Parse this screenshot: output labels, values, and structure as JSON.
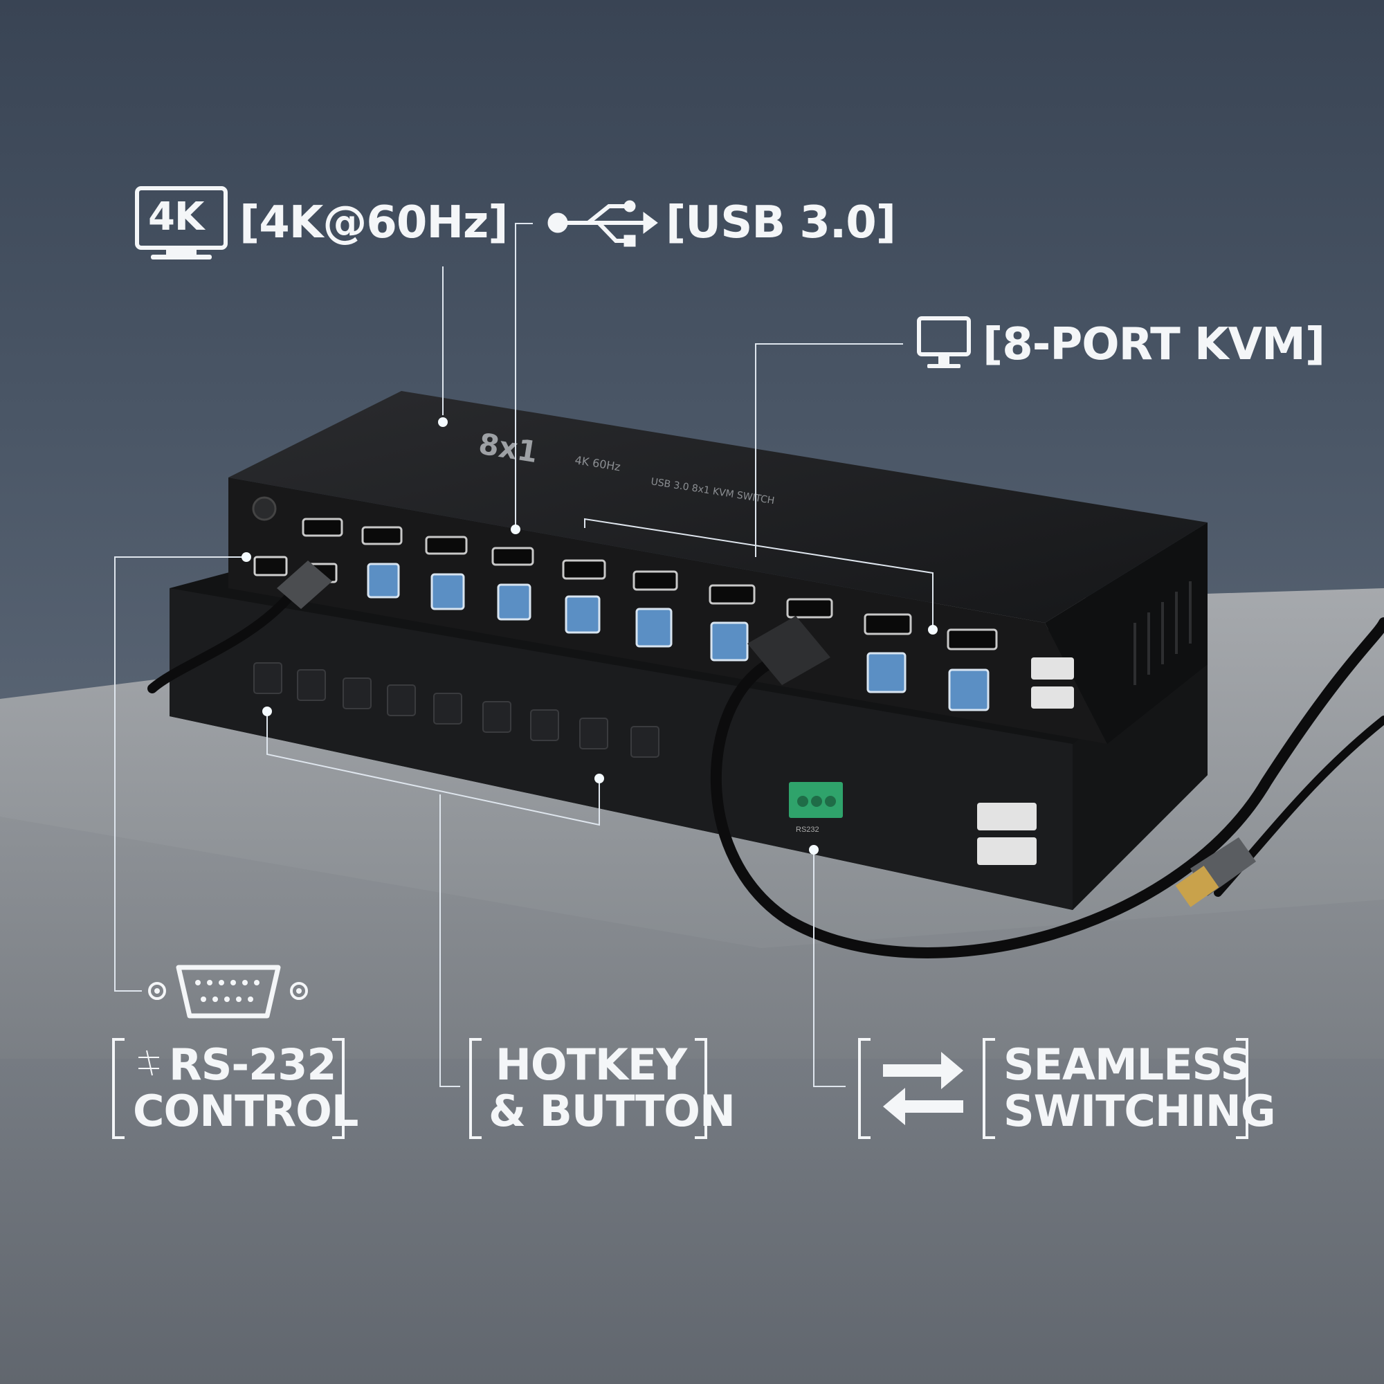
{
  "callouts": {
    "resolution": {
      "badge": "4K",
      "label": "[4K@60Hz]"
    },
    "usb": {
      "label": "[USB 3.0]"
    },
    "kvm": {
      "label": "[8-PORT KVM]"
    },
    "rs232": {
      "line1": "RS-232",
      "line2": "CONTROL"
    },
    "hotkey": {
      "line1": "HOTKEY",
      "line2": "& BUTTON"
    },
    "switching": {
      "line1": "SEAMLESS",
      "line2": "SWITCHING"
    }
  },
  "device": {
    "top_model": "8x1",
    "top_subtitle": "4K 60Hz",
    "top_tagline": "USB 3.0 8x1 KVM SWITCH",
    "terminal_label": "RS232"
  },
  "colors": {
    "background_top": "#394454",
    "background_bottom": "#6b7480",
    "device_body": "#1c1d1f",
    "usb_b_port": "#5b8fc4",
    "terminal_block": "#2fa36b",
    "callout_text": "#f4f6f8"
  }
}
